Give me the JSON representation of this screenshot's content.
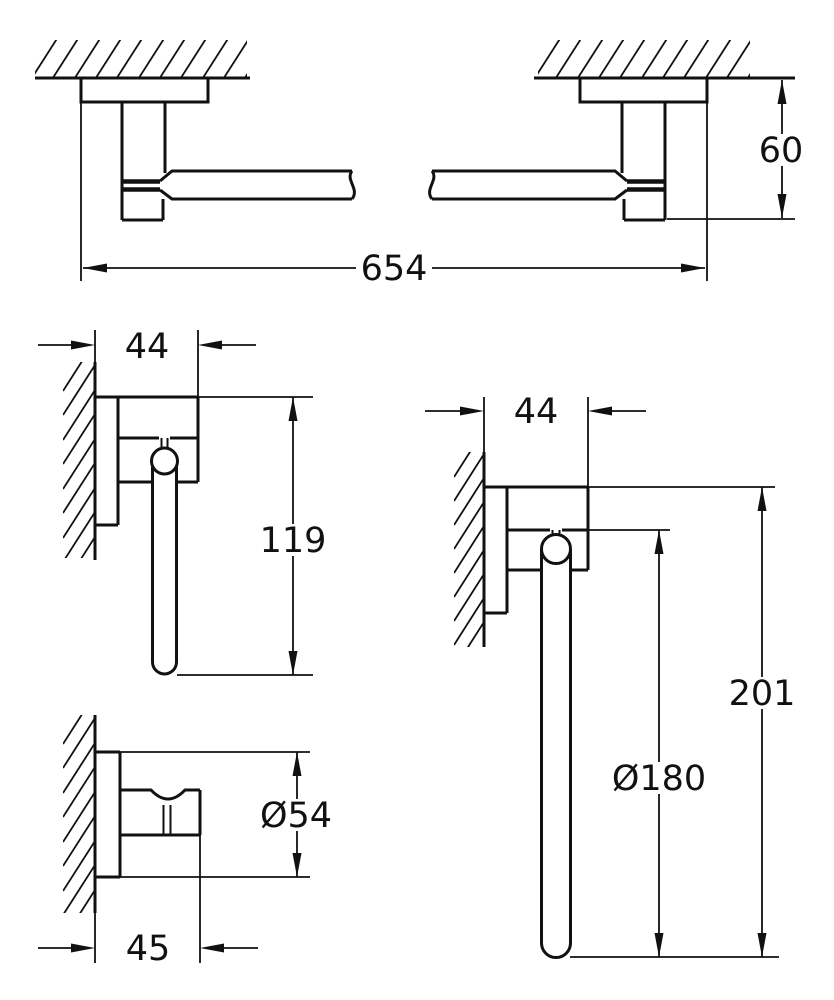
{
  "page": {
    "background": "#ffffff",
    "line_color": "#111111",
    "description": "Technical dimension drawing, bathroom accessory set (towel bar, holder, robe hook, towel ring)"
  },
  "views": {
    "towel_bar": {
      "width": "654",
      "height": "60"
    },
    "paper_holder": {
      "depth": "44",
      "height": "119"
    },
    "robe_hook": {
      "diameter": "Ø54",
      "depth": "45"
    },
    "towel_ring": {
      "depth": "44",
      "ring_diameter": "Ø180",
      "height": "201"
    }
  }
}
